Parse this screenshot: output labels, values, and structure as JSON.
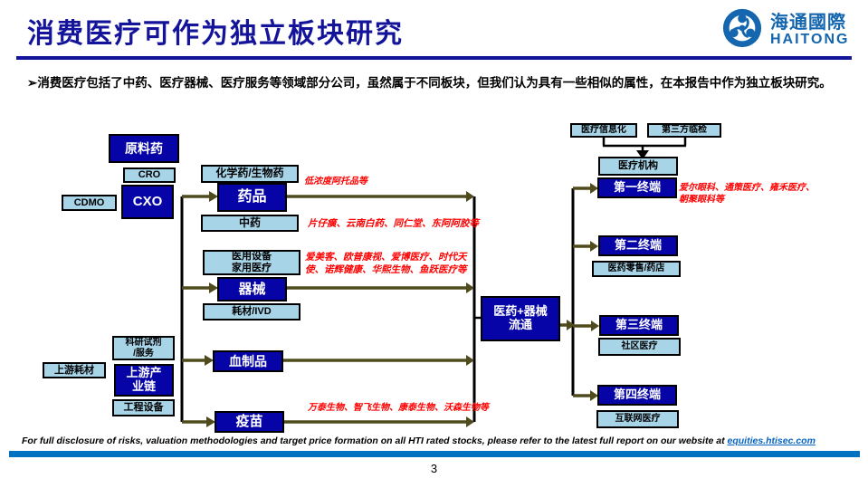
{
  "header": {
    "title": "消费医疗可作为独立板块研究",
    "logo_cn": "海通國際",
    "logo_en": "HAITONG"
  },
  "intro": {
    "bullet": "➢",
    "text": "消费医疗包括了中药、医疗器械、医疗服务等领域部分公司，虽然属于不同板块，但我们认为具有一些相似的属性，在本报告中作为独立板块研究。"
  },
  "diagram": {
    "nodes": {
      "raw_material": "原料药",
      "cro": "CRO",
      "cdmo": "CDMO",
      "cxo": "CXO",
      "chem_bio": "化学药/生物药",
      "drugs": "药品",
      "tcm": "中药",
      "medical_home": "医用设备\n家用医疗",
      "devices": "器械",
      "consumables_ivd": "耗材/IVD",
      "research_reagents": "科研试剂\n/服务",
      "upstream_consumables": "上游耗材",
      "upstream_chain": "上游产\n业链",
      "engineering": "工程设备",
      "blood_products": "血制品",
      "vaccine": "疫苗",
      "distribution": "医药+器械\n流通",
      "medical_it": "医疗信息化",
      "third_party_testing": "第三方临检",
      "medical_institution": "医疗机构",
      "terminal1": "第一终端",
      "terminal2": "第二终端",
      "pharmacy_retail": "医药零售/药店",
      "terminal3": "第三终端",
      "community": "社区医疗",
      "terminal4": "第四终端",
      "internet_medical": "互联网医疗"
    },
    "annotations": {
      "drugs": "低浓度阿托品等",
      "tcm": "片仔癀、云南白药、同仁堂、东阿阿胶等",
      "devices": "爱美客、欧普康视、爱博医疗、时代天\n使、诺辉健康、华熙生物、鱼跃医疗等",
      "vaccine": "万泰生物、智飞生物、康泰生物、沃森生物等",
      "terminal1": "爱尔眼科、通策医疗、雍禾医疗、\n朝聚眼科等"
    },
    "colors": {
      "title_navy": "#14149B",
      "dark_box": "#0604A6",
      "light_box": "#A8D4E8",
      "annotation_red": "#FF0000",
      "arrow_olive": "#4F4B1D",
      "footer_bar_blue": "#0070C0",
      "link_blue": "#0563C1",
      "logo_blue": "#1466AE"
    }
  },
  "footer": {
    "disclosure": "For full disclosure of risks, valuation methodologies and target price formation on all HTI rated stocks, please refer to the latest full report on our website at ",
    "link": "equities.htisec.com",
    "page_number": "3"
  }
}
